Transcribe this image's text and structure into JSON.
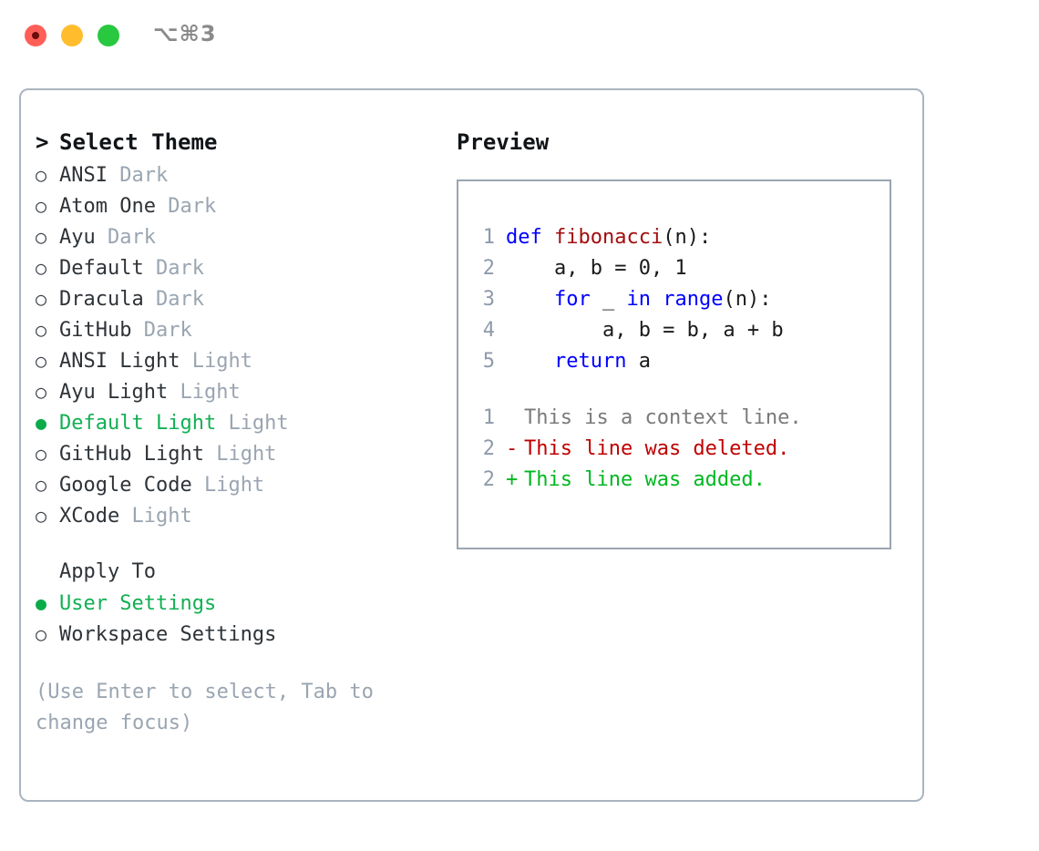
{
  "window": {
    "shortcut": "⌥⌘3",
    "traffic_lights": [
      {
        "name": "close",
        "color": "#ff5f57"
      },
      {
        "name": "minimize",
        "color": "#ffbd2e"
      },
      {
        "name": "zoom",
        "color": "#28c840"
      }
    ]
  },
  "theme_panel": {
    "header": {
      "caret": ">",
      "title": "Select Theme"
    },
    "markers": {
      "unselected": "○",
      "selected": "●"
    },
    "items": [
      {
        "marker": "○",
        "label": "ANSI",
        "category": "Dark",
        "selected": false
      },
      {
        "marker": "○",
        "label": "Atom One",
        "category": "Dark",
        "selected": false
      },
      {
        "marker": "○",
        "label": "Ayu",
        "category": "Dark",
        "selected": false
      },
      {
        "marker": "○",
        "label": "Default",
        "category": "Dark",
        "selected": false
      },
      {
        "marker": "○",
        "label": "Dracula",
        "category": "Dark",
        "selected": false
      },
      {
        "marker": "○",
        "label": "GitHub",
        "category": "Dark",
        "selected": false
      },
      {
        "marker": "○",
        "label": "ANSI Light",
        "category": "Light",
        "selected": false
      },
      {
        "marker": "○",
        "label": "Ayu Light",
        "category": "Light",
        "selected": false
      },
      {
        "marker": "●",
        "label": "Default Light",
        "category": "Light",
        "selected": true
      },
      {
        "marker": "○",
        "label": "GitHub Light",
        "category": "Light",
        "selected": false
      },
      {
        "marker": "○",
        "label": "Google Code",
        "category": "Light",
        "selected": false
      },
      {
        "marker": "○",
        "label": "XCode",
        "category": "Light",
        "selected": false
      }
    ]
  },
  "apply_to": {
    "heading": "Apply To",
    "options": [
      {
        "marker": "●",
        "label": "User Settings",
        "selected": true
      },
      {
        "marker": "○",
        "label": "Workspace Settings",
        "selected": false
      }
    ]
  },
  "hint": "(Use Enter to select, Tab to change focus)",
  "preview": {
    "title": "Preview",
    "code_lines": [
      {
        "number": "1",
        "tokens": [
          {
            "text": "def ",
            "kind": "kw"
          },
          {
            "text": "fibonacci",
            "kind": "fn"
          },
          {
            "text": "(n):",
            "kind": "plain"
          }
        ]
      },
      {
        "number": "2",
        "tokens": [
          {
            "text": "    a, b = 0, 1",
            "kind": "plain"
          }
        ]
      },
      {
        "number": "3",
        "tokens": [
          {
            "text": "    ",
            "kind": "plain"
          },
          {
            "text": "for",
            "kind": "kw"
          },
          {
            "text": " _ ",
            "kind": "plain"
          },
          {
            "text": "in",
            "kind": "kw"
          },
          {
            "text": " ",
            "kind": "plain"
          },
          {
            "text": "range",
            "kind": "bi"
          },
          {
            "text": "(n):",
            "kind": "plain"
          }
        ]
      },
      {
        "number": "4",
        "tokens": [
          {
            "text": "        a, b = b, a + b",
            "kind": "plain"
          }
        ]
      },
      {
        "number": "5",
        "tokens": [
          {
            "text": "    ",
            "kind": "plain"
          },
          {
            "text": "return",
            "kind": "kw"
          },
          {
            "text": " a",
            "kind": "plain"
          }
        ]
      }
    ],
    "diff_lines": [
      {
        "number": "1",
        "sign": " ",
        "text": "This is a context line.",
        "kind": "ctx"
      },
      {
        "number": "2",
        "sign": "-",
        "text": "This line was deleted.",
        "kind": "del"
      },
      {
        "number": "2",
        "sign": "+",
        "text": "This line was added.",
        "kind": "add"
      }
    ]
  },
  "colors": {
    "accent_green": "#11b053",
    "muted_gray": "#9aa5b1",
    "keyword_blue": "#0000ff",
    "function_red": "#a30d0d",
    "diff_delete": "#c00000",
    "diff_add": "#00b821",
    "border": "#aab4c0"
  }
}
